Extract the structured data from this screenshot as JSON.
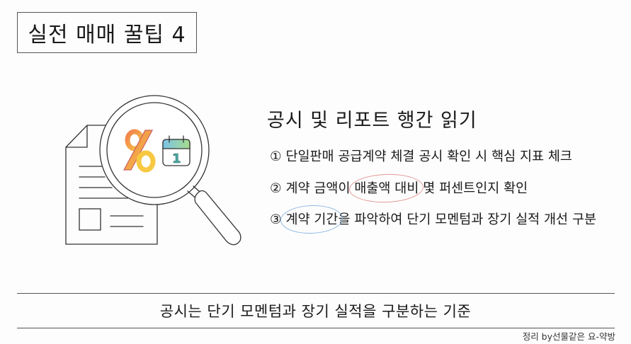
{
  "title": "실전 매매 꿀팁 4",
  "illustration": {
    "description": "document with magnifying glass showing percent sign and calendar",
    "percent_symbol": "%",
    "calendar_day": "1",
    "colors": {
      "percent_start": "#f07f4f",
      "percent_end": "#f7c842",
      "calendar_top": "#7cc3e8",
      "calendar_number": "#4aa8a0",
      "outline": "#333333"
    }
  },
  "heading": "공시 및 리포트 행간 읽기",
  "items": [
    {
      "marker": "①",
      "text": "단일판매 공급계약 체결 공시 확인 시 핵심 지표 체크"
    },
    {
      "marker": "②",
      "pre": "계약 금액이",
      "highlight": "매출액 대비",
      "post": "몇 퍼센트인지 확인",
      "highlight_color": "#e49a98"
    },
    {
      "marker": "③",
      "pre": "",
      "highlight": "계약 기간",
      "post": "을 파악하여 단기 모멘텀과 장기 실적 개선 구분",
      "highlight_color": "#8fb8e2"
    }
  ],
  "summary": "공시는 단기 모멘텀과 장기 실적을 구분하는 기준",
  "credit": "정리 by선물같은 요-약방"
}
